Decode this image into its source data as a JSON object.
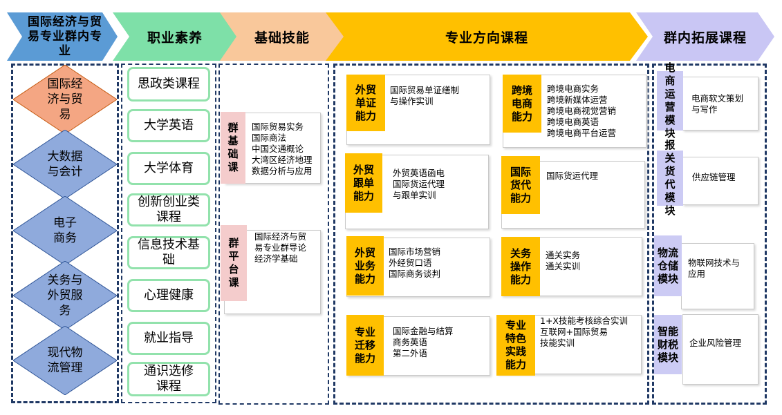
{
  "header": {
    "chevrons": [
      {
        "label": "国际经济与贸易专业群内专业",
        "color": "#5b9bd5"
      },
      {
        "label": "职业素养",
        "color": "#7ee0a8"
      },
      {
        "label": "基础技能",
        "color": "#f9c89b"
      },
      {
        "label": "专业方向课程",
        "color": "#ffc000"
      },
      {
        "label": "群内拓展课程",
        "color": "#c9c6f4"
      }
    ]
  },
  "majors": [
    "国际经济与贸易",
    "大数据与会计",
    "电子商务",
    "关务与外贸服务",
    "现代物流管理"
  ],
  "literacy": [
    "思政类课程",
    "大学英语",
    "大学体育",
    "创新创业类课程",
    "信息技术基础",
    "心理健康",
    "就业指导",
    "通识选修课程"
  ],
  "basic": {
    "groups": [
      {
        "tag": "群基础课",
        "courses": "国际贸易实务\n国际商法\n中国交通概论\n大湾区经济地理\n数据分析与应用"
      },
      {
        "tag": "群平台课",
        "courses": "国际经济与贸\n易专业群导论\n经济学基础"
      }
    ]
  },
  "directions": [
    {
      "tag": "外贸单证能力",
      "courses": "国际贸易单证缮制\n与操作实训"
    },
    {
      "tag": "跨境电商能力",
      "courses": "跨境电商实务\n跨境新媒体运营\n跨境电商视觉营销\n跨境电商英语\n跨境电商平台运营"
    },
    {
      "tag": "外贸跟单能力",
      "courses": "外贸英语函电\n国际货运代理\n与跟单实训"
    },
    {
      "tag": "国际货代能力",
      "courses": "国际货运代理"
    },
    {
      "tag": "外贸业务能力",
      "courses": "国际市场营销\n外经贸口语\n国际商务谈判"
    },
    {
      "tag": "关务操作能力",
      "courses": "通关实务\n通关实训"
    },
    {
      "tag": "专业迁移能力",
      "courses": "国际金融与结算\n商务英语\n第二外语"
    },
    {
      "tag": "专业特色实践能力",
      "courses": "1+X技能考核综合实训\n互联网+国际贸易\n技能实训"
    }
  ],
  "extension": [
    {
      "tag": "电商运营模块",
      "courses": "电商软文策划\n与写作"
    },
    {
      "tag": "报关货代模块",
      "courses": "供应链管理"
    },
    {
      "tag": "物流仓储模块",
      "courses": "物联网技术与\n应用"
    },
    {
      "tag": "智能财税模块",
      "courses": "企业风险管理"
    }
  ]
}
